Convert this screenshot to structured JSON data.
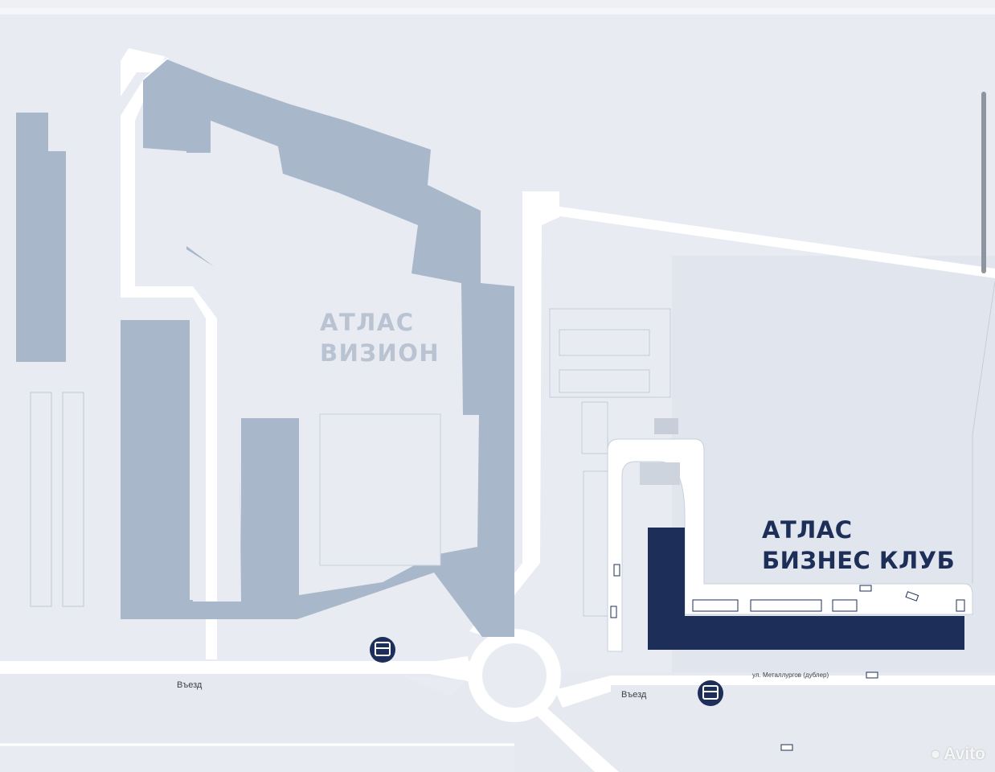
{
  "buildings": {
    "vision": {
      "line1": "АТЛАС",
      "line2": "ВИЗИОН"
    },
    "club": {
      "line1": "АТЛАС",
      "line2": "БИЗНЕС КЛУБ"
    }
  },
  "entrances": {
    "left_label": "Въезд",
    "right_label": "Въезд"
  },
  "street": {
    "label": "ул. Металлургов (дублер)"
  },
  "watermark": {
    "text": "Avito"
  },
  "icons": {
    "bus_stop": "bus-stop-icon",
    "car": "car-icon",
    "watermark": "avito-logo-icon"
  },
  "colors": {
    "background": "#e8ebf1",
    "ground": "#dfe4ec",
    "road": "#ffffff",
    "residential": "#a9b7ca",
    "club_building": "#1d2e58",
    "bus_stop": "#1d2e58"
  }
}
